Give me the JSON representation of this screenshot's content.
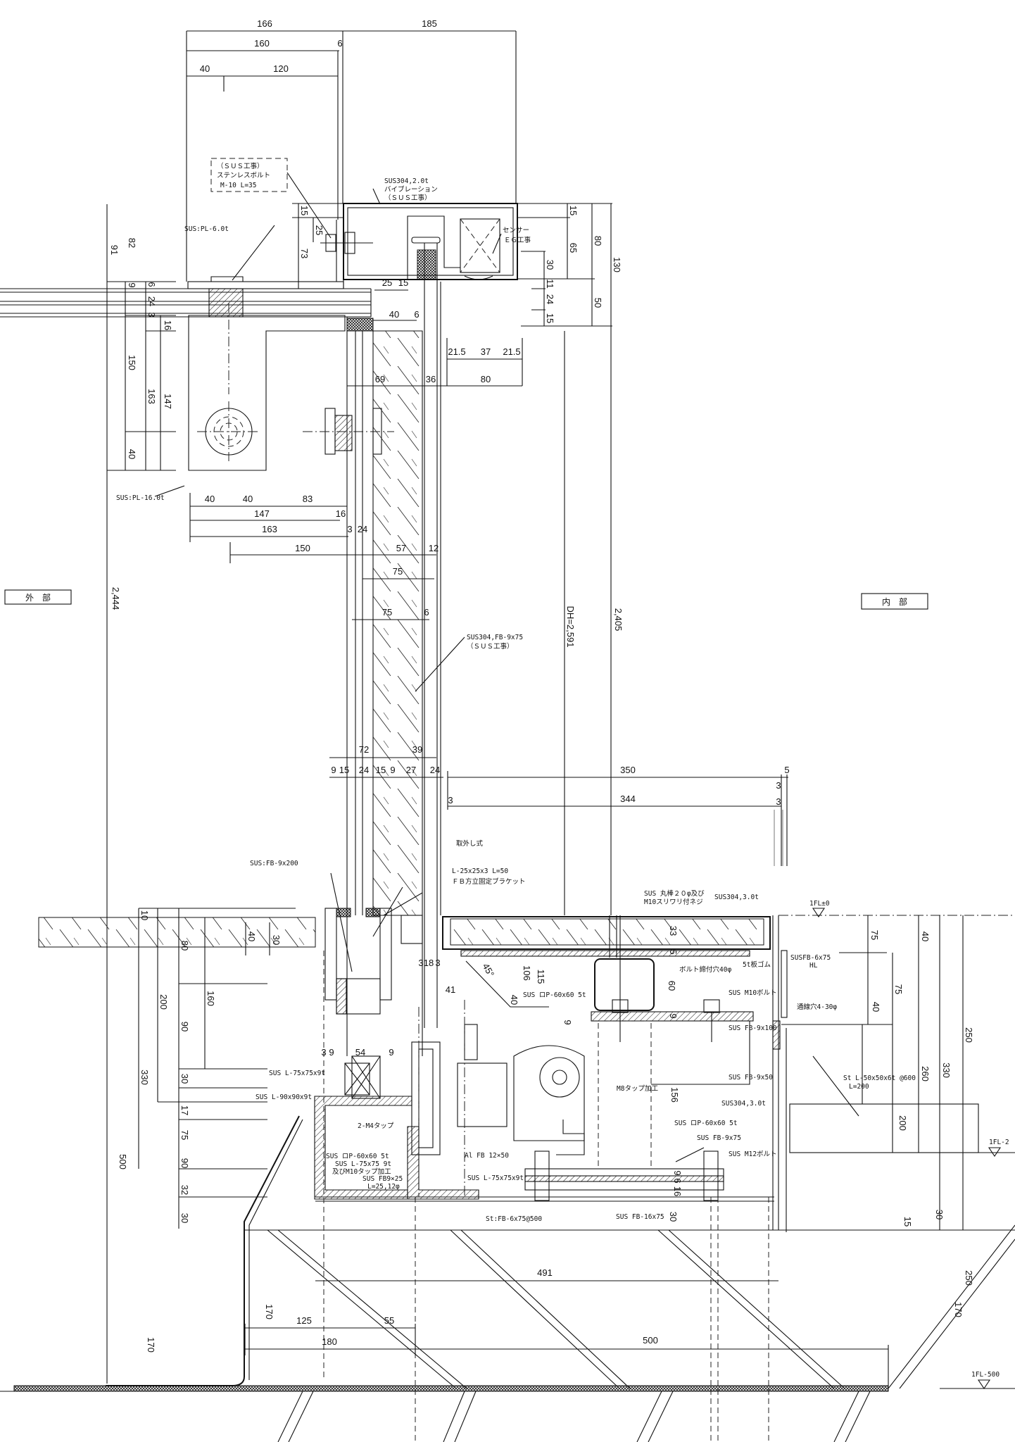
{
  "sides": {
    "exterior": "外　部",
    "interior": "内　部"
  },
  "levels": {
    "fl0": "1FL±0",
    "fl2": "1FL-2",
    "fl500": "1FL-500"
  },
  "notes": {
    "bolt_box": [
      "（ＳＵＳ工事）",
      "ステンレスボルト",
      "M-10 L=35"
    ],
    "pipe_box": [
      "SUS304,2.0t",
      "バイブレーション",
      "（ＳＵＳ工事）"
    ],
    "sensor": [
      "センサー",
      "ＥＧ工事"
    ],
    "pl6": "SUS:PL-6.0t",
    "pl16": "SUS:PL-16.0t",
    "fb975": [
      "SUS304,FB-9x75",
      "（ＳＵＳ工事）"
    ],
    "removable": "取外し式",
    "bracket": [
      "L-25x25x3 L=50",
      "ＦＢ方立固定ブラケット"
    ],
    "fb9200": "SUS:FB-9x200",
    "round_bar": [
      "SUS 丸棒２０φ及び",
      "M10スリワリ付ネジ"
    ],
    "sus304_3t_top": "SUS304,3.0t",
    "susfb675": [
      "SUSFB-6x75",
      "HL"
    ],
    "rubber": "5t板ゴム",
    "bolt_hole": "ボルト締付穴40φ",
    "pipe60_a": "SUS ロP-60x60 5t",
    "m10bolt": "SUS M10ボルト",
    "wire_hole": "通線穴4-30φ",
    "fb9100": "SUS FB-9x100",
    "fb950": "SUS FB-9x50",
    "stl50": [
      "St L-50x50x6t @600",
      "L=200"
    ],
    "m8tap": "M8タップ加工",
    "sus304_3t_bottom": "SUS304,3.0t",
    "l75a": "SUS L-75x75x9t",
    "l90": "SUS L-90x90x9t",
    "m4tap": "2-M4タップ",
    "pipe60_b": "SUS ロP-60x60 5t",
    "l75m10": [
      "SUS L-75x75 9t",
      "及びM10タップ加工"
    ],
    "fb925": [
      "SUS FB9×25",
      "L=25,12φ"
    ],
    "alfb": "Al FB 12×50",
    "l75b": "SUS L-75x75x9t",
    "pipe60_c": "SUS ロP-60x60 5t",
    "fb975b": "SUS FB-9x75",
    "m12": "SUS M12ボルト",
    "stfb": "St:FB-6x75@500",
    "fb1675": "SUS FB-16x75"
  },
  "dims": [
    "166",
    "185",
    "160",
    "6",
    "40",
    "120",
    "15",
    "25",
    "73",
    "91",
    "82",
    "9",
    "6",
    "24",
    "3",
    "16",
    "150",
    "163",
    "147",
    "40",
    "25",
    "15",
    "40",
    "6",
    "21.5",
    "37",
    "21.5",
    "69",
    "36",
    "80",
    "15",
    "65",
    "80",
    "130",
    "30",
    "11",
    "24",
    "15",
    "50",
    "40",
    "40",
    "83",
    "147",
    "16",
    "163",
    "3",
    "24",
    "150",
    "57",
    "12",
    "75",
    "75",
    "6",
    "2,444",
    "DH=2,591",
    "2,405",
    "72",
    "39",
    "9",
    "15",
    "24",
    "15",
    "9",
    "27",
    "24",
    "350",
    "5",
    "3",
    "3",
    "344",
    "3",
    "10",
    "80",
    "40",
    "30",
    "200",
    "160",
    "90",
    "330",
    "30",
    "17",
    "75",
    "90",
    "32",
    "30",
    "500",
    "170",
    "170",
    "3",
    "9",
    "54",
    "9",
    "3",
    "18",
    "3",
    "45°",
    "106",
    "115",
    "40",
    "41",
    "9",
    "33",
    "5",
    "60",
    "9",
    "156",
    "9",
    "6",
    "16",
    "30",
    "491",
    "125",
    "55",
    "180",
    "500",
    "40",
    "75",
    "75",
    "40",
    "250",
    "260",
    "330",
    "200",
    "30",
    "15",
    "250",
    "170"
  ]
}
